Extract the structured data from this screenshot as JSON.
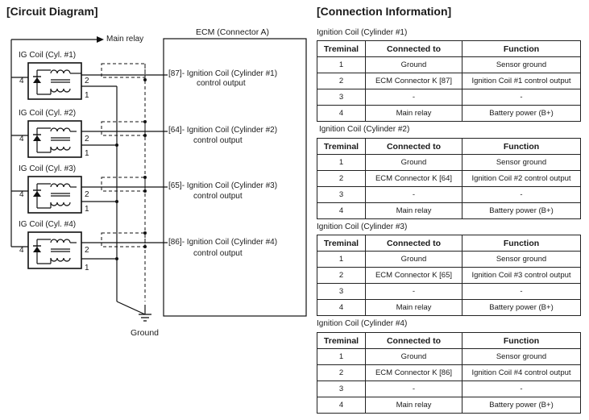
{
  "circuit_diagram": {
    "heading": "[Circuit Diagram]",
    "main_relay_label": "Main relay",
    "ecm_label": "ECM (Connector A)",
    "ground_label": "Ground",
    "coils": [
      {
        "label": "IG Coil (Cyl. #1)",
        "pin_4": "4",
        "pin_2": "2",
        "pin_1": "1",
        "ecm_pin": "[87]",
        "output_line1": "- Ignition Coil (Cylinder #1)",
        "output_line2": "control output"
      },
      {
        "label": "IG Coil (Cyl. #2)",
        "pin_4": "4",
        "pin_2": "2",
        "pin_1": "1",
        "ecm_pin": "[64]",
        "output_line1": "- Ignition Coil (Cylinder #2)",
        "output_line2": "control output"
      },
      {
        "label": "IG Coil (Cyl. #3)",
        "pin_4": "4",
        "pin_2": "2",
        "pin_1": "1",
        "ecm_pin": "[65]",
        "output_line1": "- Ignition Coil (Cylinder #3)",
        "output_line2": "control output"
      },
      {
        "label": "IG Coil (Cyl. #4)",
        "pin_4": "4",
        "pin_2": "2",
        "pin_1": "1",
        "ecm_pin": "[86]",
        "output_line1": "- Ignition Coil (Cylinder #4)",
        "output_line2": "control output"
      }
    ]
  },
  "connection_info": {
    "heading": "[Connection Information]",
    "columns": [
      "Treminal",
      "Connected to",
      "Function"
    ],
    "tables": [
      {
        "title": "Ignition Coil (Cylinder #1)",
        "rows": [
          [
            "1",
            "Ground",
            "Sensor ground"
          ],
          [
            "2",
            "ECM Connector K [87]",
            "Ignition Coil  #1 control output"
          ],
          [
            "3",
            "-",
            "-"
          ],
          [
            "4",
            "Main relay",
            "Battery power (B+)"
          ]
        ]
      },
      {
        "title": "Ignition Coil (Cylinder #2)",
        "rows": [
          [
            "1",
            "Ground",
            "Sensor ground"
          ],
          [
            "2",
            "ECM Connector K [64]",
            "Ignition Coil  #2 control output"
          ],
          [
            "3",
            "-",
            "-"
          ],
          [
            "4",
            "Main relay",
            "Battery power (B+)"
          ]
        ]
      },
      {
        "title": "Ignition Coil (Cylinder #3)",
        "rows": [
          [
            "1",
            "Ground",
            "Sensor ground"
          ],
          [
            "2",
            "ECM Connector K [65]",
            "Ignition Coil  #3 control output"
          ],
          [
            "3",
            "-",
            "-"
          ],
          [
            "4",
            "Main relay",
            "Battery power (B+)"
          ]
        ]
      },
      {
        "title": "Ignition Coil (Cylinder #4)",
        "rows": [
          [
            "1",
            "Ground",
            "Sensor ground"
          ],
          [
            "2",
            "ECM Connector K [86]",
            "Ignition Coil  #4 control output"
          ],
          [
            "3",
            "-",
            "-"
          ],
          [
            "4",
            "Main relay",
            "Battery power (B+)"
          ]
        ]
      }
    ]
  }
}
